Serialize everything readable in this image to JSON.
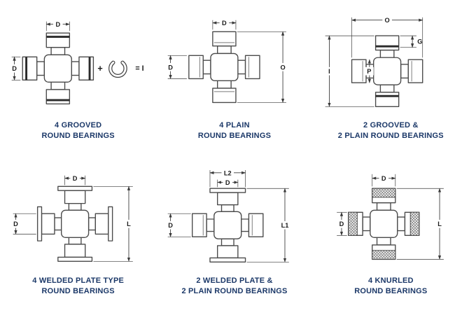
{
  "colors": {
    "caption": "#1b3868",
    "line": "#4a4a4a"
  },
  "cells": [
    {
      "caption1": "4 GROOVED",
      "caption2": "ROUND BEARINGS",
      "dim_top": "D",
      "dim_left": "D",
      "plus": "+",
      "equals": "= I"
    },
    {
      "caption1": "4 PLAIN",
      "caption2": "ROUND BEARINGS",
      "dim_top": "D",
      "dim_left": "D",
      "dim_right": "O"
    },
    {
      "caption1": "2 GROOVED &",
      "caption2": "2 PLAIN ROUND BEARINGS",
      "dim_top": "O",
      "dim_g": "G",
      "dim_left": "I",
      "dim_p": "P"
    },
    {
      "caption1": "4 WELDED PLATE TYPE",
      "caption2": "ROUND BEARINGS",
      "dim_top": "D",
      "dim_left": "D",
      "dim_right": "L"
    },
    {
      "caption1": "2 WELDED PLATE &",
      "caption2": "2 PLAIN ROUND BEARINGS",
      "dim_top": "L2",
      "dim_top2": "D",
      "dim_left": "D",
      "dim_right": "L1"
    },
    {
      "caption1": "4 KNURLED",
      "caption2": "ROUND BEARINGS",
      "dim_top": "D",
      "dim_left": "D",
      "dim_right": "L"
    }
  ]
}
